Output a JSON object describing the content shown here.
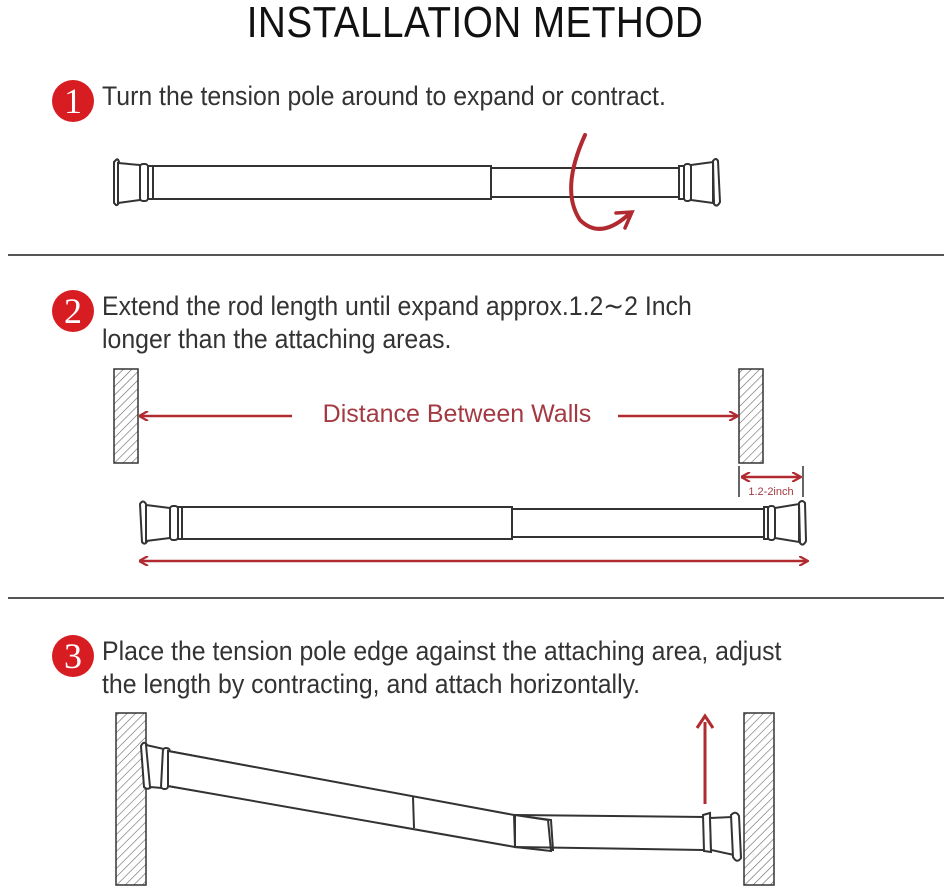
{
  "title": "INSTALLATION METHOD",
  "accent_color": "#d71d22",
  "arrow_color": "#b02a30",
  "steps": [
    {
      "number": "1",
      "lines": [
        "Turn the tension pole around to expand or contract."
      ]
    },
    {
      "number": "2",
      "lines": [
        "Extend the rod length until expand approx.1.2∼2 Inch",
        "longer than the attaching areas."
      ]
    },
    {
      "number": "3",
      "lines": [
        "Place the tension pole edge against the attaching area, adjust",
        "the length by contracting, and attach horizontally."
      ]
    }
  ],
  "figure2": {
    "distance_label": "Distance Between Walls",
    "extra_label": "1.2-2inch"
  },
  "icons": {
    "rotate": "rotate-arrow-icon",
    "up": "up-arrow-icon"
  }
}
